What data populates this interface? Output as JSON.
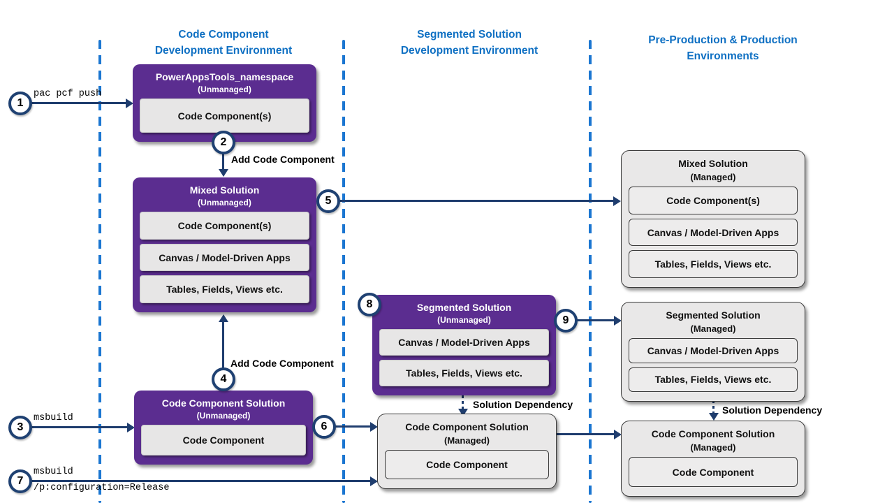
{
  "columns": [
    {
      "line1": "Code Component",
      "line2": "Development Environment"
    },
    {
      "line1": "Segmented Solution",
      "line2": "Development Environment"
    },
    {
      "line1": "Pre-Production & Production",
      "line2": "Environments"
    }
  ],
  "boxes": {
    "powerapps_tools": {
      "title": "PowerAppsTools_namespace",
      "subtitle": "(Unmanaged)",
      "items": [
        "Code Component(s)"
      ]
    },
    "mixed_unmanaged": {
      "title": "Mixed Solution",
      "subtitle": "(Unmanaged)",
      "items": [
        "Code Component(s)",
        "Canvas / Model-Driven Apps",
        "Tables, Fields, Views etc."
      ]
    },
    "cc_solution_unmanaged": {
      "title": "Code Component Solution",
      "subtitle": "(Unmanaged)",
      "items": [
        "Code Component"
      ]
    },
    "segmented_unmanaged": {
      "title": "Segmented Solution",
      "subtitle": "(Unmanaged)",
      "items": [
        "Canvas / Model-Driven Apps",
        "Tables, Fields, Views etc."
      ]
    },
    "cc_solution_managed_mid": {
      "title": "Code Component Solution",
      "subtitle": "(Managed)",
      "items": [
        "Code Component"
      ]
    },
    "mixed_managed": {
      "title": "Mixed Solution",
      "subtitle": "(Managed)",
      "items": [
        "Code Component(s)",
        "Canvas / Model-Driven Apps",
        "Tables, Fields, Views etc."
      ]
    },
    "segmented_managed": {
      "title": "Segmented Solution",
      "subtitle": "(Managed)",
      "items": [
        "Canvas / Model-Driven Apps",
        "Tables, Fields, Views etc."
      ]
    },
    "cc_solution_managed_right": {
      "title": "Code Component Solution",
      "subtitle": "(Managed)",
      "items": [
        "Code Component"
      ]
    }
  },
  "steps": [
    "1",
    "2",
    "3",
    "4",
    "5",
    "6",
    "7",
    "8",
    "9"
  ],
  "labels": {
    "pac_pcf_push": "pac pcf push",
    "msbuild": "msbuild",
    "msbuild_release_line1": "msbuild",
    "msbuild_release_line2": "/p:configuration=Release",
    "add_code_component_top": "Add Code Component",
    "add_code_component_bottom": "Add Code Component",
    "solution_dependency_mid": "Solution Dependency",
    "solution_dependency_right": "Solution Dependency"
  },
  "colors": {
    "unmanaged_purple": "#5B2D90",
    "managed_gray": "#E9E8E8",
    "arrow_navy": "#1F3D6E",
    "step_circle_border": "#1F4172",
    "dashed_separator_blue": "#1B76D1",
    "header_blue": "#0F70C3"
  }
}
